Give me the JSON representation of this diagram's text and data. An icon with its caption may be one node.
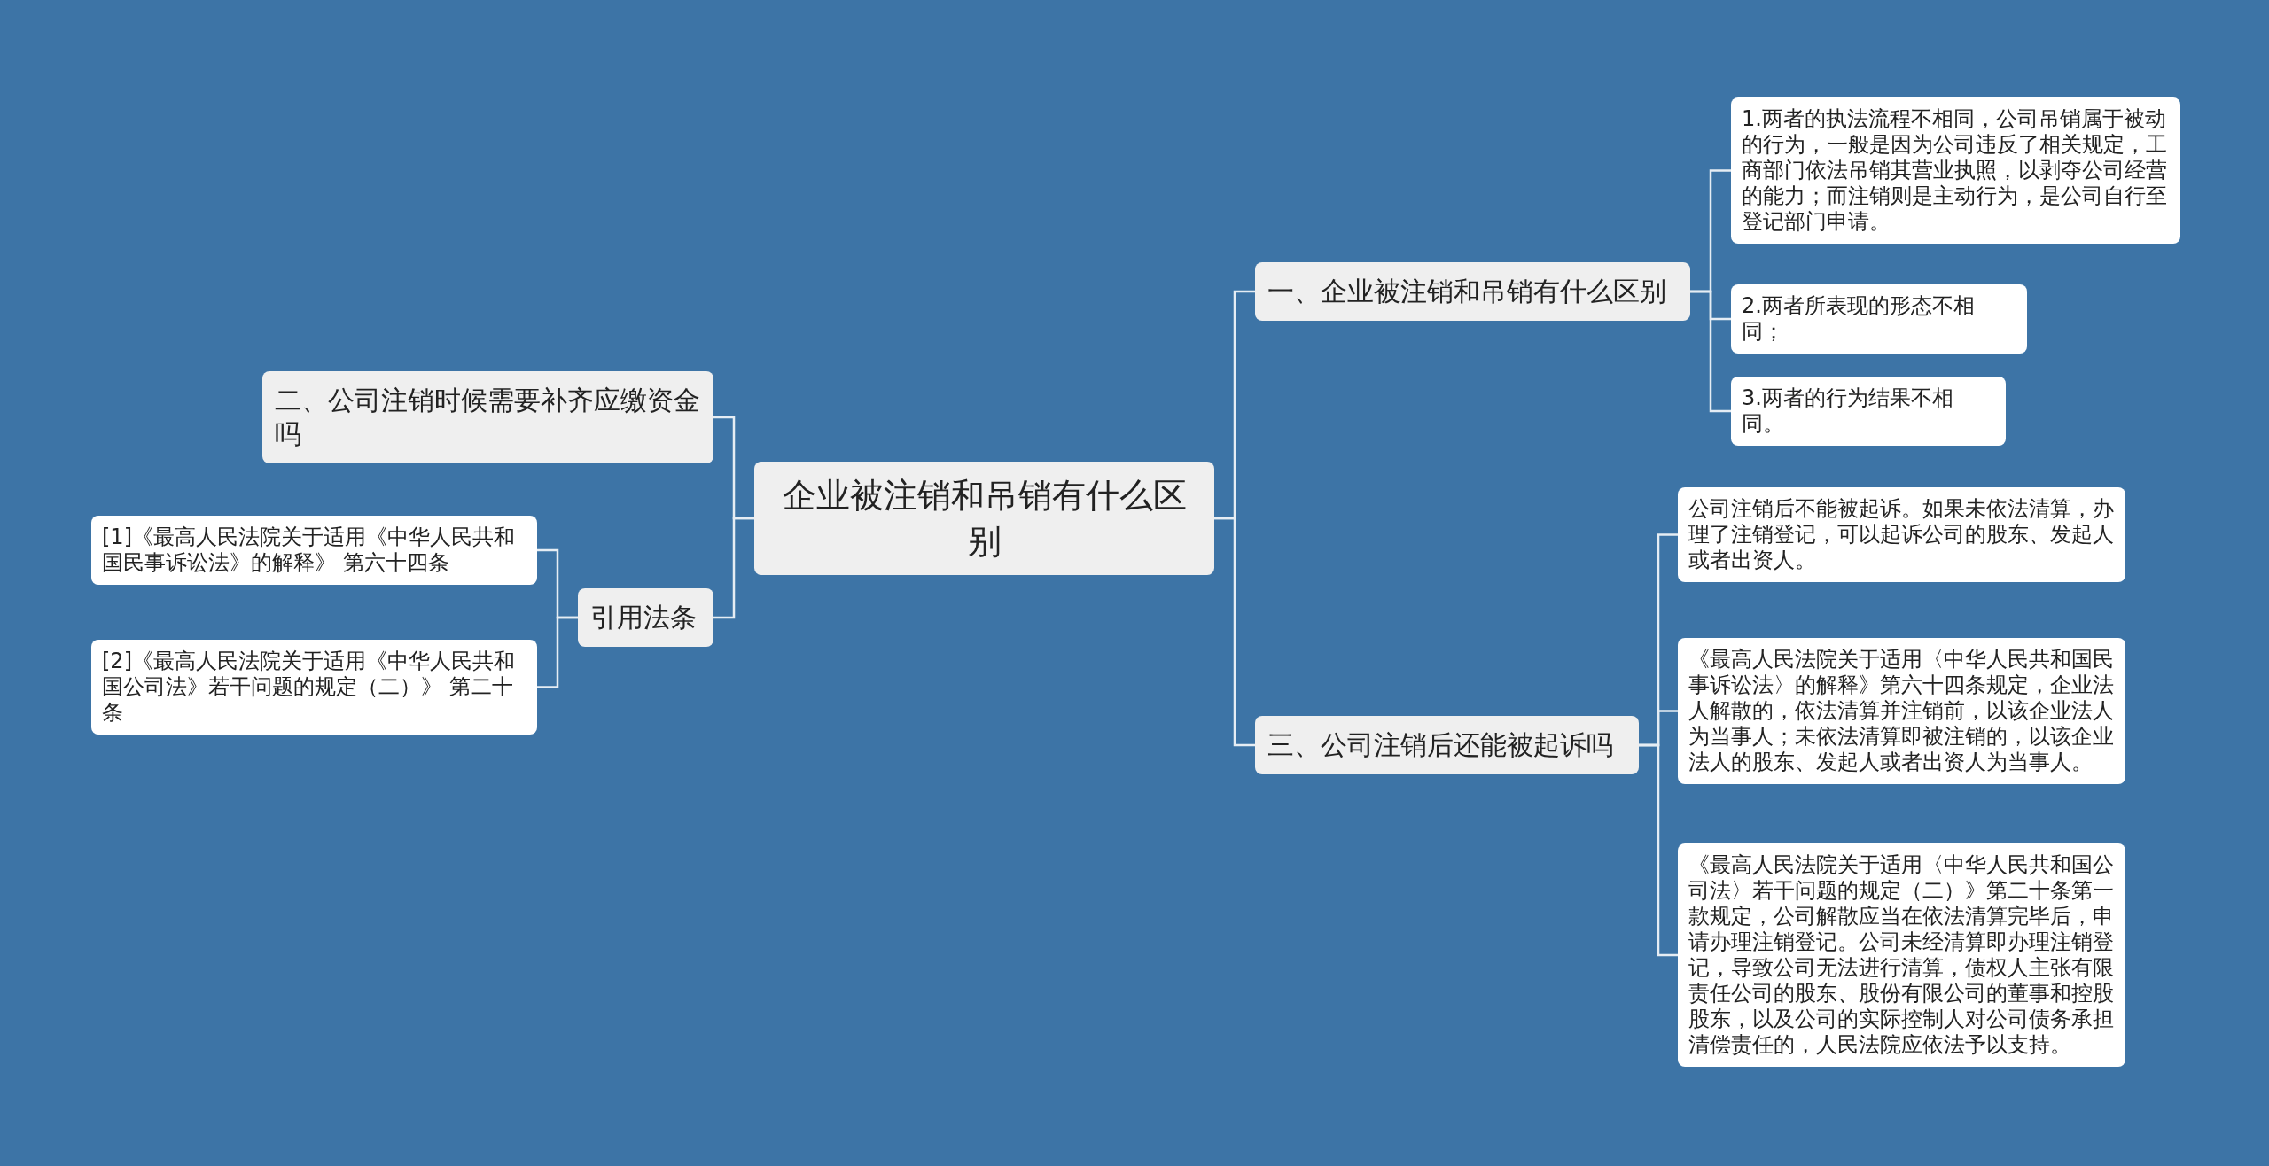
{
  "diagram": {
    "nodes": [
      {
        "text": [
          "企业被注销和吊销有什么区别"
        ]
      },
      {
        "text": [
          "一、企业被注销和吊销有什么区别"
        ]
      },
      {
        "text": [
          "1.两者的执法流程不相同，公司吊销属于被动的行为，一般是因为公司违反了相关规定，工商部门依法吊销其营业执照，以剥夺公司经营的能力；而注销则是主动行为，是公司自行至登记部门申请。"
        ]
      },
      {
        "text": [
          "2.两者所表现的形态不相同；"
        ]
      },
      {
        "text": [
          "3.两者的行为结果不相同。"
        ]
      },
      {
        "text": [
          "三、公司注销后还能被起诉吗"
        ]
      },
      {
        "text": [
          "公司注销后不能被起诉。如果未依法清算，办理了注销登记，可以起诉公司的股东、发起人或者出资人。"
        ]
      },
      {
        "text": [
          "《最高人民法院关于适用〈中华人民共和国民事诉讼法〉的解释》第六十四条规定，企业法人解散的，依法清算并注销前，以该企业法人为当事人；未依法清算即被注销的，以该企业法人的股东、发起人或者出资人为当事人。"
        ]
      },
      {
        "text": [
          "《最高人民法院关于适用〈中华人民共和国公司法〉若干问题的规定（二）》第二十条第一款规定，公司解散应当在依法清算完毕后，申请办理注销登记。公司未经清算即办理注销登记，导致公司无法进行清算，债权人主张有限责任公司的股东、股份有限公司的董事和控股股东，以及公司的实际控制人对公司债务承担清偿责任的，人民法院应依法予以支持。"
        ]
      },
      {
        "text": [
          "二、公司注销时候需要补齐应缴资金吗"
        ]
      },
      {
        "text": [
          "引用法条"
        ]
      },
      {
        "text": [
          "[1]《最高人民法院关于适用《中华人民共和国民事诉讼法》的解释》 第六十四条"
        ]
      },
      {
        "text": [
          "[2]《最高人民法院关于适用《中华人民共和国公司法》若干问题的规定（二）》 第二十条"
        ]
      }
    ],
    "edges": [
      {
        "from": 0,
        "to": 1,
        "arrow": "none"
      },
      {
        "from": 0,
        "to": 5,
        "arrow": "none"
      },
      {
        "from": 0,
        "to": 9,
        "arrow": "none"
      },
      {
        "from": 0,
        "to": 10,
        "arrow": "none"
      },
      {
        "from": 1,
        "to": 2,
        "arrow": "none"
      },
      {
        "from": 1,
        "to": 3,
        "arrow": "none"
      },
      {
        "from": 1,
        "to": 4,
        "arrow": "none"
      },
      {
        "from": 5,
        "to": 6,
        "arrow": "none"
      },
      {
        "from": 5,
        "to": 7,
        "arrow": "none"
      },
      {
        "from": 5,
        "to": 8,
        "arrow": "none"
      },
      {
        "from": 10,
        "to": 11,
        "arrow": "none"
      },
      {
        "from": 10,
        "to": 12,
        "arrow": "none"
      }
    ]
  }
}
